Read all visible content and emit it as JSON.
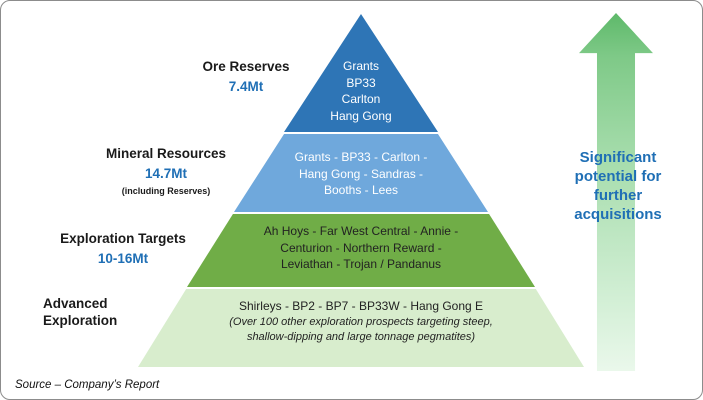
{
  "pyramid": {
    "tiers": [
      {
        "label": "Ore Reserves",
        "amount": "7.4Mt",
        "color": "#2e75b6",
        "lines": [
          "Grants",
          "BP33",
          "Carlton",
          "Hang Gong"
        ]
      },
      {
        "label": "Mineral Resources",
        "amount": "14.7Mt",
        "note": "(including Reserves)",
        "color": "#6fa8dc",
        "lines": [
          "Grants - BP33 - Carlton -",
          "Hang Gong - Sandras -",
          "Booths - Lees"
        ]
      },
      {
        "label": "Exploration Targets",
        "amount": "10-16Mt",
        "color": "#70ad47",
        "lines": [
          "Ah Hoys - Far West Central - Annie -",
          "Centurion - Northern Reward -",
          "Leviathan - Trojan / Pandanus"
        ]
      },
      {
        "label": "Advanced Exploration",
        "color": "#d8edcd",
        "lines": [
          "Shirleys - BP2 - BP7 - BP33W - Hang Gong E"
        ],
        "italic_lines": [
          "(Over 100 other exploration prospects targeting steep,",
          "shallow-dipping and large tonnage pegmatites)"
        ]
      }
    ]
  },
  "arrow": {
    "label": "Significant potential for further acquisitions",
    "color_top": "#5eb96a",
    "color_bottom": "#eaf8eb",
    "text_color": "#1f6fb5"
  },
  "footer": {
    "source": "Source – Company’s Report"
  }
}
